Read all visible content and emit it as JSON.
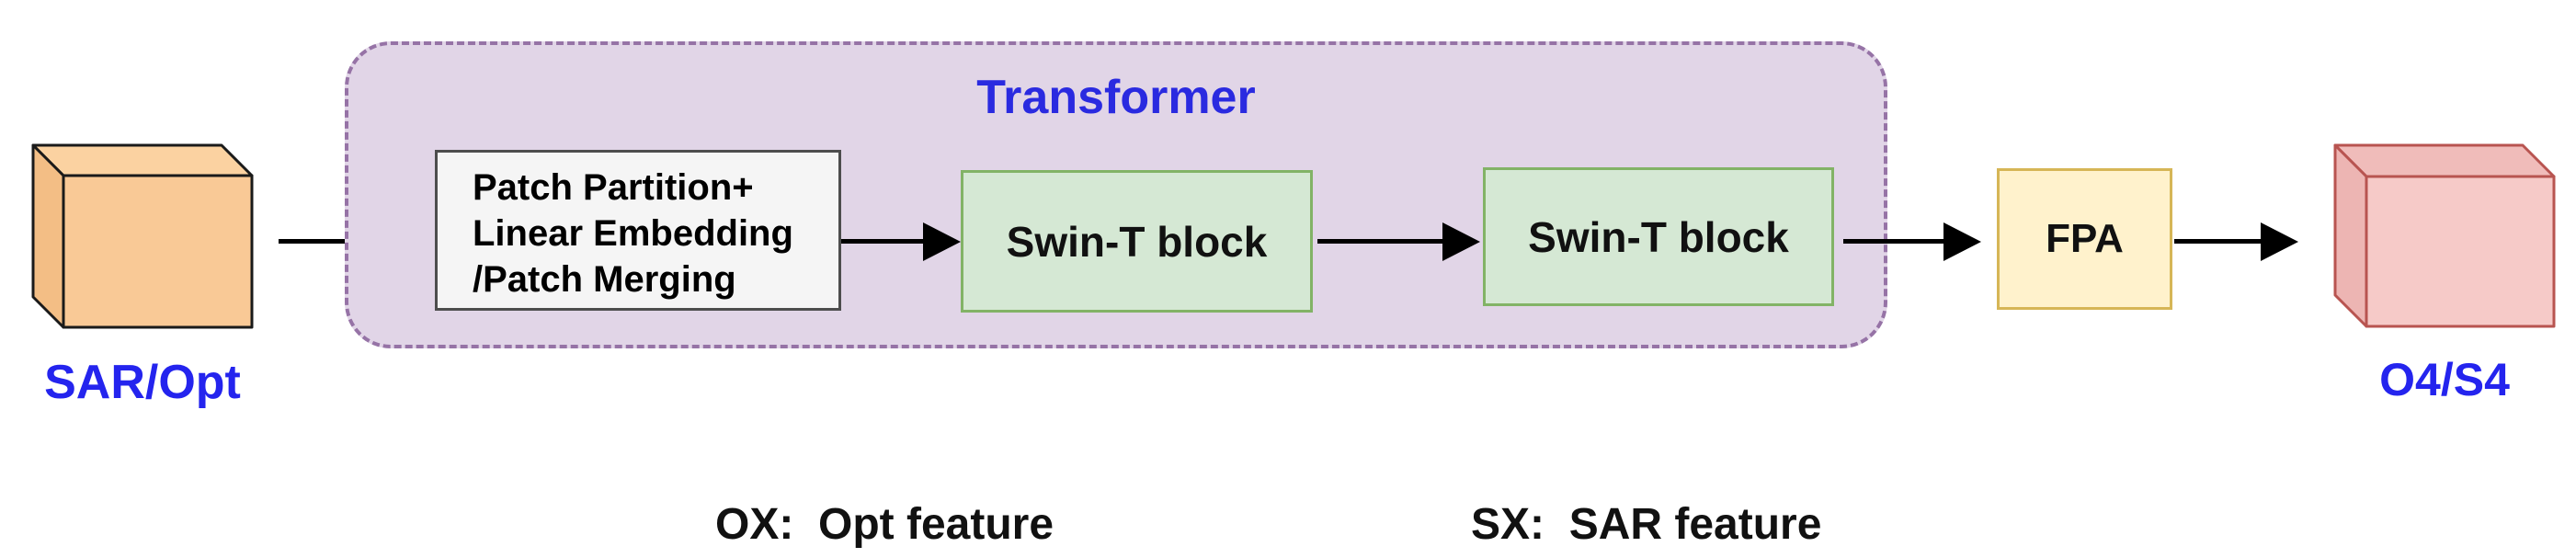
{
  "diagram": {
    "input_cube": {
      "label": "SAR/Opt"
    },
    "transformer_container": {
      "title": "Transformer"
    },
    "patch_box": {
      "line1": "Patch Partition+",
      "line2": "Linear Embedding",
      "line3": "/Patch Merging"
    },
    "swin_block_1": {
      "label": "Swin-T block"
    },
    "swin_block_2": {
      "label": "Swin-T block"
    },
    "fpa_box": {
      "label": "FPA"
    },
    "output_cube": {
      "label": "O4/S4"
    },
    "legend": {
      "opt": "OX:  Opt feature",
      "sar": "SX:  SAR feature"
    }
  },
  "colors": {
    "container_fill": "#E1D5E7",
    "container_border": "#9673A6",
    "title_blue": "#2A2AE0",
    "cube_label_blue": "#2424EE",
    "patch_box_fill": "#F5F5F5",
    "patch_box_border": "#4D4D4D",
    "swin_fill": "#D5E8D4",
    "swin_border": "#82B366",
    "fpa_fill": "#FFF2CC",
    "fpa_border": "#D6B656",
    "input_cube_fill": "#F9C996",
    "input_cube_border": "#1A1A1A",
    "output_cube_fill": "#F6CAC8",
    "output_cube_border": "#B85450",
    "arrow": "#000000"
  }
}
